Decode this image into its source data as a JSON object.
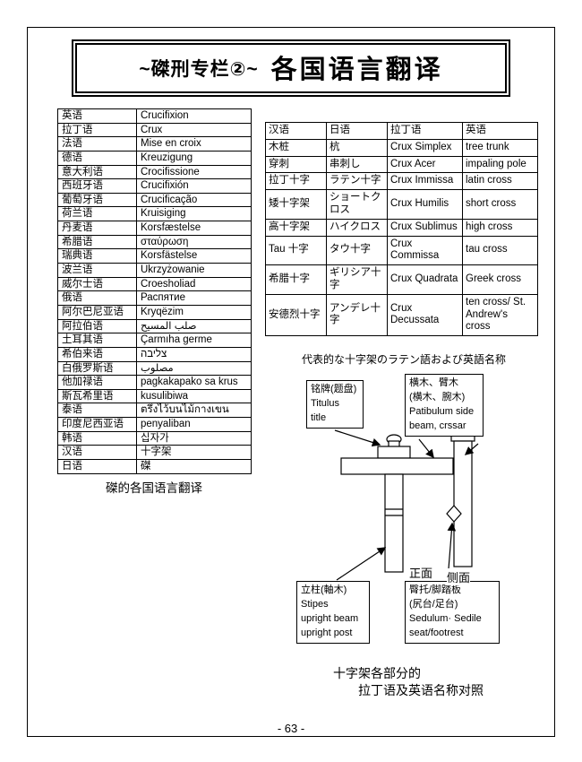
{
  "page": {
    "title_prefix": "~磔刑专栏②~",
    "title_main": "各国语言翻译",
    "page_number": "- 63 -"
  },
  "left_table": {
    "caption": "磔的各国语言翻译",
    "rows": [
      [
        "英语",
        "Crucifixion"
      ],
      [
        "拉丁语",
        "Crux"
      ],
      [
        "法语",
        "Mise en croix"
      ],
      [
        "德语",
        "Kreuzigung"
      ],
      [
        "意大利语",
        "Crocifissione"
      ],
      [
        "西班牙语",
        "Crucifixión"
      ],
      [
        "葡萄牙语",
        "Crucificação"
      ],
      [
        "荷兰语",
        "Kruisiging"
      ],
      [
        "丹麦语",
        "Korsfæstelse"
      ],
      [
        "希腊语",
        "σταύρωση"
      ],
      [
        "瑞典语",
        "Korsfästelse"
      ],
      [
        "波兰语",
        "Ukrzyżowanie"
      ],
      [
        "威尔士语",
        "Croesholiad"
      ],
      [
        "俄语",
        "Распятие"
      ],
      [
        "阿尔巴尼亚语",
        "Kryqëzim"
      ],
      [
        "阿拉伯语",
        "صلب المسيح"
      ],
      [
        "土耳其语",
        "Çarmıha germe"
      ],
      [
        "希伯来语",
        "צליבה"
      ],
      [
        "白俄罗斯语",
        "مصلوب"
      ],
      [
        "他加禄语",
        "pagkakapako sa krus"
      ],
      [
        "斯瓦希里语",
        "kusulibiwa"
      ],
      [
        "泰语",
        "ตรึงไว้บนไม้กางเขน"
      ],
      [
        "印度尼西亚语",
        "penyaliban"
      ],
      [
        "韩语",
        "십자가"
      ],
      [
        "汉语",
        "十字架"
      ],
      [
        "日语",
        "磔"
      ]
    ]
  },
  "right_table": {
    "caption": "代表的な十字架のラテン語および英語名称",
    "headers": [
      "汉语",
      "日语",
      "拉丁语",
      "英语"
    ],
    "rows": [
      [
        "木桩",
        "杭",
        "Crux Simplex",
        "tree trunk"
      ],
      [
        "穿刺",
        "串刺し",
        "Crux Acer",
        "impaling pole"
      ],
      [
        "拉丁十字",
        "ラテン十字",
        "Crux Immissa",
        "latin cross"
      ],
      [
        "矮十字架",
        "ショートクロス",
        "Crux Humilis",
        "short cross"
      ],
      [
        "高十字架",
        "ハイクロス",
        "Crux Sublimus",
        "high cross"
      ],
      [
        "Tau 十字",
        "タウ十字",
        "Crux Commissa",
        "tau cross"
      ],
      [
        "希腊十字",
        "ギリシア十字",
        "Crux Quadrata",
        "Greek cross"
      ],
      [
        "安德烈十字",
        "アンデレ十字",
        "Crux Decussata",
        "ten cross/ St. Andrew's cross"
      ]
    ]
  },
  "diagram": {
    "label_titulus": "铭牌(题盘)\nTitulus\ntitle",
    "label_patibulum": "横木、臂木\n(横木、腕木)\nPatibulum side\nbeam, crssar",
    "label_stipes": "立柱(軸木)\nStipes\nupright beam\nupright post",
    "label_sedile": "臀托/脚踏板\n(尻台/足台)\nSedulum· Sedile\nseat/footrest",
    "front_label": "正面",
    "side_label": "侧面",
    "caption_line1": "十字架各部分的",
    "caption_line2": "拉丁语及英语名称对照"
  }
}
